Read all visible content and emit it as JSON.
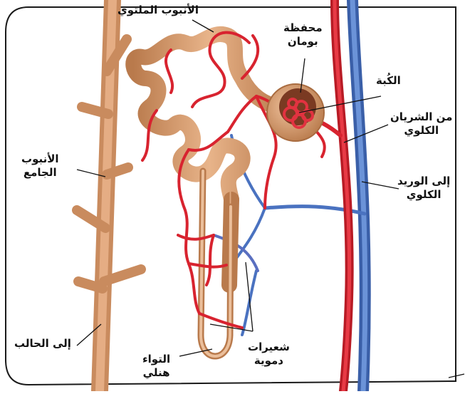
{
  "labels": {
    "convoluted_tubule": "الأنبوب الملتوي",
    "bowman_l1": "محفظة",
    "bowman_l2": "بومان",
    "glomerulus": "الكُبة",
    "renal_artery_l1": "من الشريان",
    "renal_artery_l2": "الكلوي",
    "renal_vein_l1": "إلى الوريد",
    "renal_vein_l2": "الكلوي",
    "collecting_duct_l1": "الأنبوب",
    "collecting_duct_l2": "الجامع",
    "to_ureter": "إلى الحالب",
    "loop_henle_l1": "التواء",
    "loop_henle_l2": "هنلي",
    "capillaries_l1": "شعيرات",
    "capillaries_l2": "دموية"
  },
  "colors": {
    "artery": "#d8232f",
    "vein": "#4a72c0",
    "tubule": "#d69a6a",
    "frame": "#1a1a1a"
  }
}
